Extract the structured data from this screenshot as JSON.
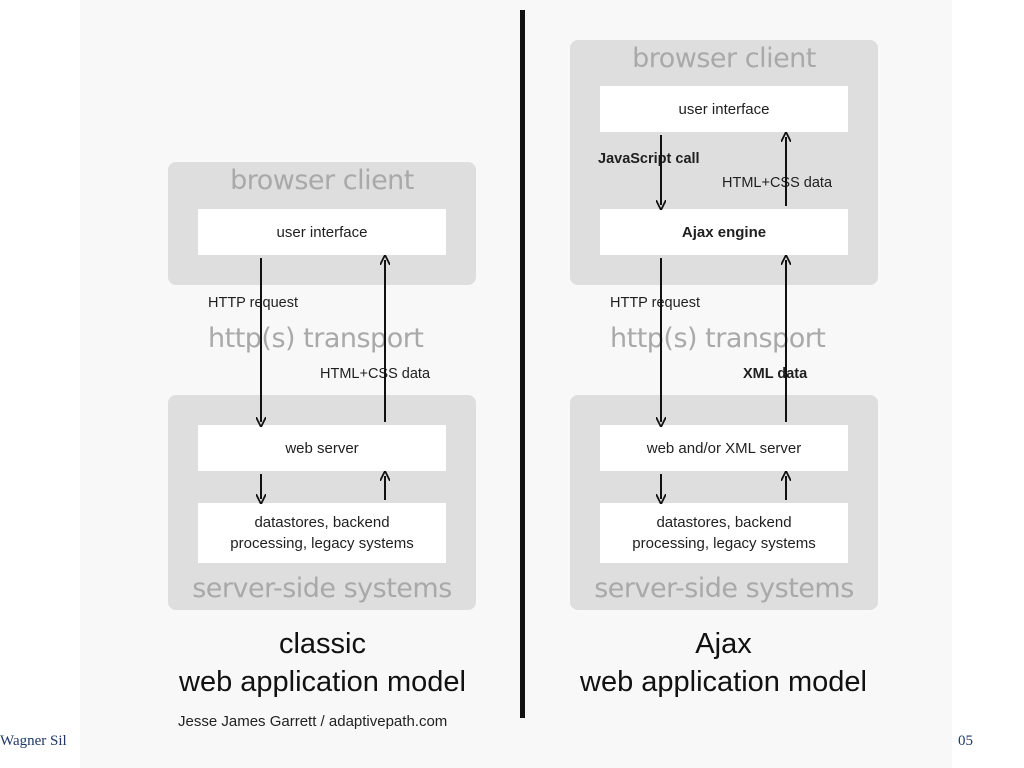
{
  "classic": {
    "client_title": "browser client",
    "user_interface": "user interface",
    "http_request": "HTTP request",
    "transport": "http(s) transport",
    "html_css_data": "HTML+CSS data",
    "web_server": "web server",
    "datastores": "datastores, backend\nprocessing, legacy systems",
    "server_title": "server-side systems",
    "model_title": "classic\nweb application model"
  },
  "ajax": {
    "client_title": "browser client",
    "user_interface": "user interface",
    "javascript_call": "JavaScript call",
    "html_css_data": "HTML+CSS data",
    "ajax_engine": "Ajax engine",
    "http_request": "HTTP request",
    "transport": "http(s) transport",
    "xml_data": "XML data",
    "web_server": "web and/or XML server",
    "datastores": "datastores, backend\nprocessing, legacy systems",
    "server_title": "server-side systems",
    "model_title": "Ajax\nweb application model"
  },
  "credit": "Jesse James Garrett / adaptivepath.com",
  "footer": {
    "author": "Wagner Sil",
    "page_number": "05"
  },
  "colors": {
    "group_background": "#dedede",
    "group_title": "#a9a9a9",
    "divider": "#111111",
    "footer_text": "#1f3864"
  }
}
